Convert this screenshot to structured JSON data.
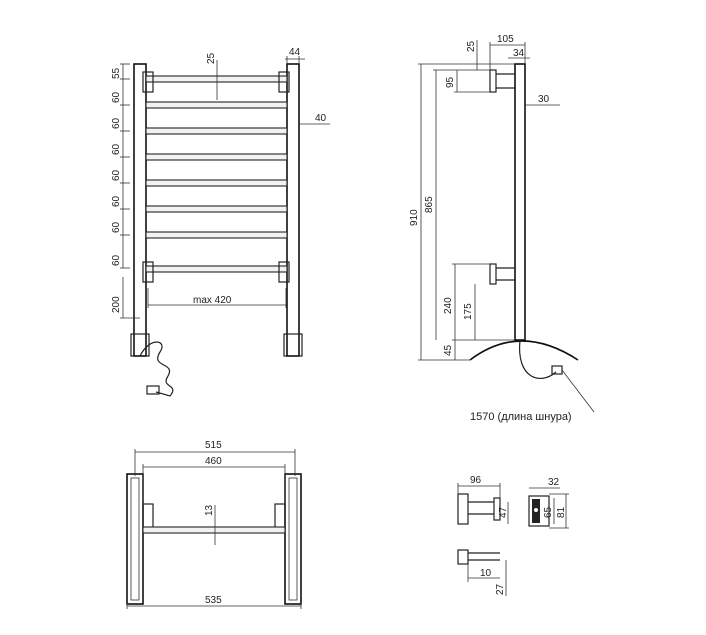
{
  "front": {
    "top_gap": "25",
    "post_width": "44",
    "left_dims": [
      "55",
      "60",
      "60",
      "60",
      "60",
      "60",
      "60",
      "60"
    ],
    "rail_pitch": "40",
    "bracket_offset": "200",
    "max_span": "max 420"
  },
  "side": {
    "d105": "105",
    "d25": "25",
    "d34": "34",
    "d95": "95",
    "d30": "30",
    "d910": "910",
    "d865": "865",
    "d240": "240",
    "d175": "175",
    "d45": "45",
    "cord": "1570 (длина шнура)"
  },
  "top": {
    "d515": "515",
    "d460": "460",
    "d13": "13",
    "d535": "535"
  },
  "detail": {
    "d96": "96",
    "d32": "32",
    "d47": "47",
    "d65": "65",
    "d81": "81",
    "d10": "10",
    "d27": "27"
  }
}
